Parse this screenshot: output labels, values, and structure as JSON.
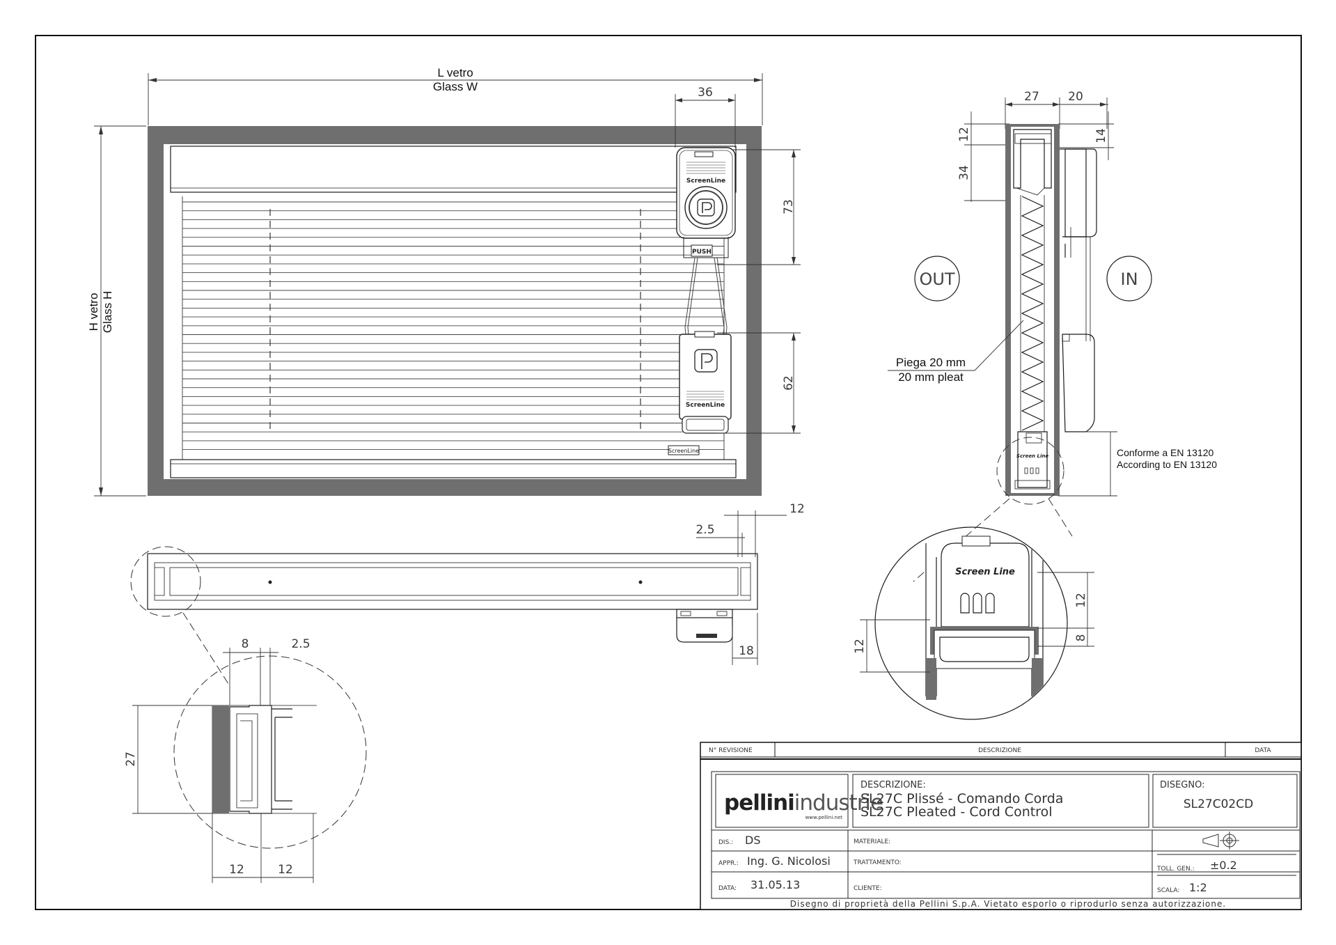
{
  "front_view": {
    "width_label_it": "L vetro",
    "width_label_en": "Glass W",
    "height_label_it": "H vetro",
    "height_label_en": "Glass H",
    "dim_handle_width": "36",
    "dim_upper_handle": "73",
    "dim_lower_handle": "62",
    "brand_top": "ScreenLine",
    "brand_bottom": "ScreenLine",
    "brand_rail": "ScreenLine",
    "push_label": "PUSH"
  },
  "section_view": {
    "dim_depth": "27",
    "dim_handle_depth": "20",
    "dim_top_12": "12",
    "dim_top_34": "34",
    "dim_top_14": "14",
    "out_label": "OUT",
    "in_label": "IN",
    "pleat_it": "Piega 20 mm",
    "pleat_en": "20 mm pleat",
    "conform_it": "Conforme a EN 13120",
    "conform_en": "According to EN 13120"
  },
  "detail_circle": {
    "brand": "Screen Line",
    "brand_small": "Screen Line",
    "dim_12a": "12",
    "dim_8": "8",
    "dim_12b": "12"
  },
  "plan_view": {
    "dim_12": "12",
    "dim_2_5": "2.5",
    "dim_18": "18"
  },
  "corner_detail": {
    "dim_8": "8",
    "dim_2_5": "2.5",
    "dim_27": "27",
    "dim_12a": "12",
    "dim_12b": "12"
  },
  "title_block": {
    "col_revision": "N° REVISIONE",
    "col_description": "DESCRIZIONE",
    "col_date": "DATA",
    "logo_bold": "pellini",
    "logo_light": "industrie",
    "logo_url": "www.pellini.net",
    "descr_label": "DESCRIZIONE:",
    "descr_line1": "SL27C Plissé - Comando Corda",
    "descr_line2": "SL27C Pleated - Cord Control",
    "drawing_label": "DISEGNO:",
    "drawing_code": "SL27C02CD",
    "dis_label": "DIS.:",
    "dis_value": "DS",
    "appr_label": "APPR.:",
    "appr_value": "Ing. G. Nicolosi",
    "data_label": "DATA:",
    "data_value": "31.05.13",
    "materiale_label": "MATERIALE:",
    "trattamento_label": "TRATTAMENTO:",
    "cliente_label": "CLIENTE:",
    "toll_label": "TOLL. GEN.:",
    "toll_value": "±0.2",
    "scala_label": "SCALA:",
    "scala_value": "1:2",
    "footer": "Disegno di proprietà della Pellini S.p.A. Vietato esporlo o riprodurlo senza autorizzazione."
  }
}
